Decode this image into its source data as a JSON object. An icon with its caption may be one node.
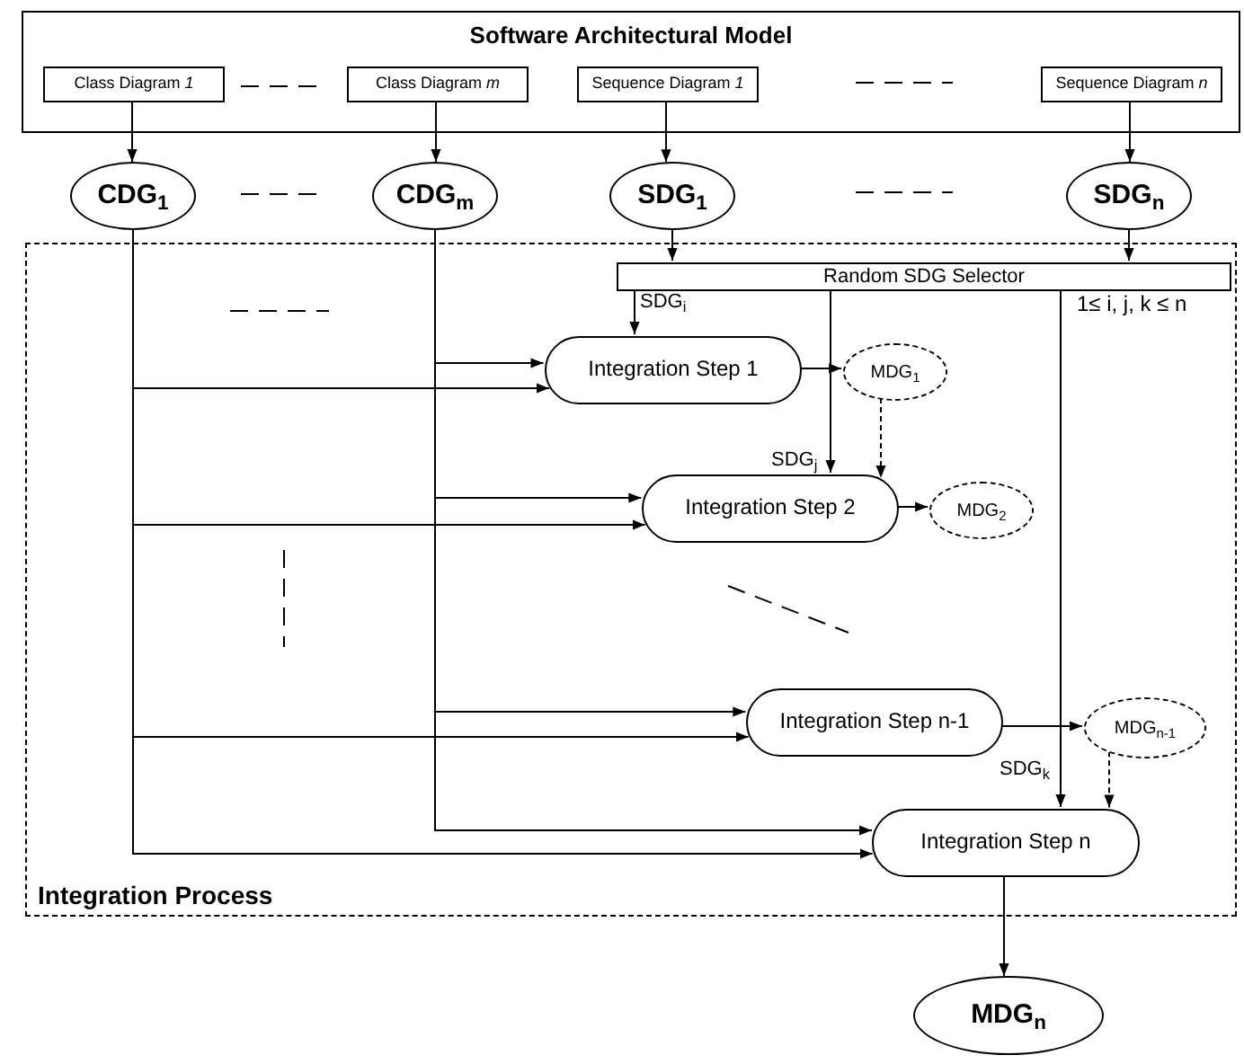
{
  "diagram": {
    "nodes": [
      {
        "text": [
          "Software Architectural Model"
        ]
      },
      {
        "text": [
          "Class Diagram *1*"
        ],
        "in": 0
      },
      {
        "text": [
          "Class Diagram *m*"
        ],
        "in": 0
      },
      {
        "text": [
          "Sequence Diagram *1*"
        ],
        "in": 0
      },
      {
        "text": [
          "Sequence Diagram *n*"
        ],
        "in": 0
      },
      {
        "text": [
          "CDG$_{1}$"
        ]
      },
      {
        "text": [
          "CDG$_{m}$"
        ]
      },
      {
        "text": [
          "SDG$_{1}$"
        ]
      },
      {
        "text": [
          "SDG$_{n}$"
        ]
      },
      {
        "text": [
          "Integration Process"
        ]
      },
      {
        "text": [
          "Random SDG Selector"
        ],
        "in": 9
      },
      {
        "text": [
          "Integration Step 1"
        ],
        "in": 9
      },
      {
        "text": [
          "MDG$_{1}$"
        ],
        "in": 9
      },
      {
        "text": [
          "Integration Step 2"
        ],
        "in": 9
      },
      {
        "text": [
          "MDG$_{2}$"
        ],
        "in": 9
      },
      {
        "text": [
          "Integration Step n-1"
        ],
        "in": 9
      },
      {
        "text": [
          "MDG$_{n-1}$"
        ],
        "in": 9
      },
      {
        "text": [
          "Integration Step n"
        ],
        "in": 9
      },
      {
        "text": [
          "MDG$_{n}$"
        ]
      }
    ],
    "edges": [
      {
        "from": 1,
        "to": 5,
        "arrow": "to"
      },
      {
        "from": 2,
        "to": 6,
        "arrow": "to"
      },
      {
        "from": 3,
        "to": 7,
        "arrow": "to"
      },
      {
        "from": 4,
        "to": 8,
        "arrow": "to"
      },
      {
        "from": 7,
        "to": 10,
        "arrow": "to"
      },
      {
        "from": 8,
        "to": 10,
        "arrow": "to"
      },
      {
        "from": 10,
        "to": 11,
        "arrow": "to",
        "label": "SDG$_{i}$"
      },
      {
        "from": 6,
        "to": 11,
        "arrow": "to"
      },
      {
        "from": 5,
        "to": 11,
        "arrow": "to"
      },
      {
        "from": 11,
        "to": 12,
        "arrow": "to"
      },
      {
        "from": 10,
        "to": 13,
        "arrow": "to",
        "label": "SDG$_{j}$"
      },
      {
        "from": 12,
        "to": 13,
        "arrow": "to",
        "style": "dashed"
      },
      {
        "from": 6,
        "to": 13,
        "arrow": "to"
      },
      {
        "from": 5,
        "to": 13,
        "arrow": "to"
      },
      {
        "from": 13,
        "to": 14,
        "arrow": "to"
      },
      {
        "from": 6,
        "to": 15,
        "arrow": "to"
      },
      {
        "from": 5,
        "to": 15,
        "arrow": "to"
      },
      {
        "from": 15,
        "to": 16,
        "arrow": "to"
      },
      {
        "from": 10,
        "to": 17,
        "arrow": "to",
        "label": "SDG$_{k}$"
      },
      {
        "from": 16,
        "to": 17,
        "arrow": "to",
        "style": "dashed"
      },
      {
        "from": 6,
        "to": 17,
        "arrow": "to"
      },
      {
        "from": 5,
        "to": 17,
        "arrow": "to"
      },
      {
        "from": 17,
        "to": 18,
        "arrow": "to"
      }
    ],
    "labels": [
      "1≤ i, j, k ≤ n"
    ]
  }
}
